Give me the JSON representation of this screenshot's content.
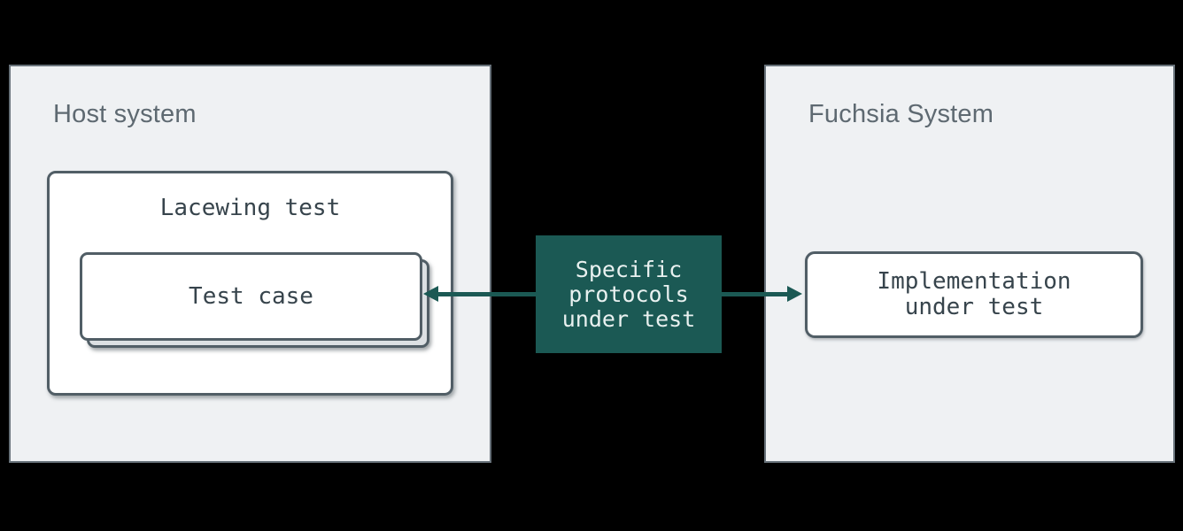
{
  "colors": {
    "canvas_bg": "#000000",
    "panel_bg": "#eff1f3",
    "panel_border": "#68727a",
    "box_border": "#515e66",
    "box_bg": "#ffffff",
    "card_back_bg": "#dce0e3",
    "accent_teal": "#1b5954",
    "teal_text": "#e9f1f0",
    "mono_text": "#37444c",
    "title_text": "#5e6971"
  },
  "host_panel": {
    "title": "Host system"
  },
  "fuchsia_panel": {
    "title": "Fuchsia System"
  },
  "lacewing_box": {
    "label": "Lacewing test"
  },
  "test_case_card": {
    "label": "Test case"
  },
  "protocols_box": {
    "label": "Specific\nprotocols\nunder test"
  },
  "implementation_box": {
    "label": "Implementation\nunder test"
  },
  "arrows": {
    "left": {
      "from": "protocols_box",
      "to": "test_case_card",
      "direction": "left"
    },
    "right": {
      "from": "protocols_box",
      "to": "implementation_box",
      "direction": "right"
    }
  }
}
